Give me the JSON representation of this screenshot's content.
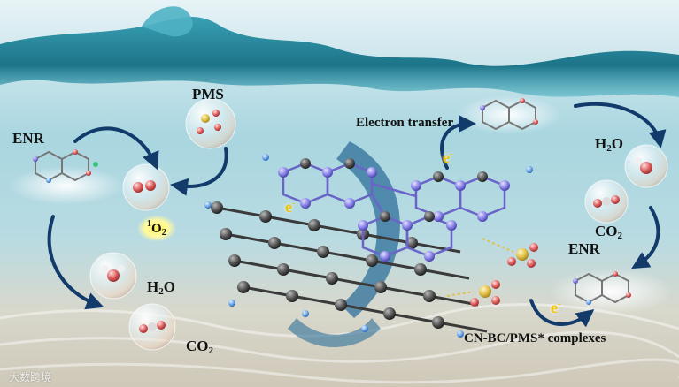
{
  "labels": {
    "pms": "PMS",
    "enr_left": "ENR",
    "enr_right": "ENR",
    "electron_transfer": "Electron transfer",
    "singlet_oxygen": {
      "sup": "1",
      "main": "O",
      "sub": "2"
    },
    "water_left": {
      "main": "H",
      "sub": "2",
      "end": "O"
    },
    "water_right": {
      "main": "H",
      "sub": "2",
      "end": "O"
    },
    "co2_left": {
      "main": "CO",
      "sub": "2"
    },
    "co2_right": {
      "main": "CO",
      "sub": "2"
    },
    "complex": "CN-BC/PMS* complexes",
    "electron": {
      "main": "e",
      "sup": "-"
    }
  },
  "watermark": "大数跨境",
  "colors": {
    "water": "#1e7f92",
    "sky": "#d9eef3",
    "sand": "#d9d2c4",
    "arrow": "#123a6b",
    "graphene": "#4a4a4a",
    "nitrogen": "#8b86e8",
    "hydrogen": "#6fa8e8",
    "sulfur": "#e2c14a",
    "oxygen": "#e06060"
  }
}
